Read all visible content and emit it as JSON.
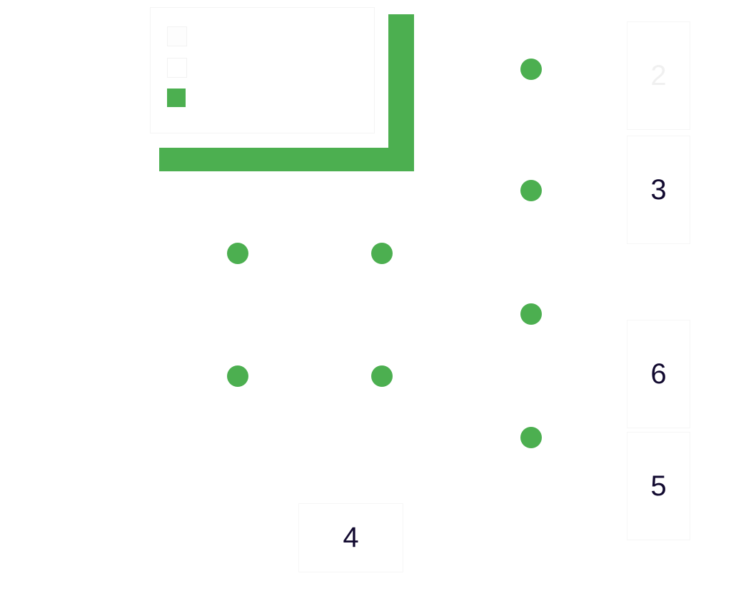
{
  "colors": {
    "accent": "#4caf50",
    "number_text": "#120a30"
  },
  "legend": {
    "items": [
      {
        "swatch": "faint-gray"
      },
      {
        "swatch": "white-outline"
      },
      {
        "swatch": "#4caf50"
      }
    ]
  },
  "board": {
    "wall_icon": "l-shaped-wall",
    "dot_count": 8,
    "clues": [
      "2",
      "3",
      "6",
      "5",
      "4"
    ]
  }
}
